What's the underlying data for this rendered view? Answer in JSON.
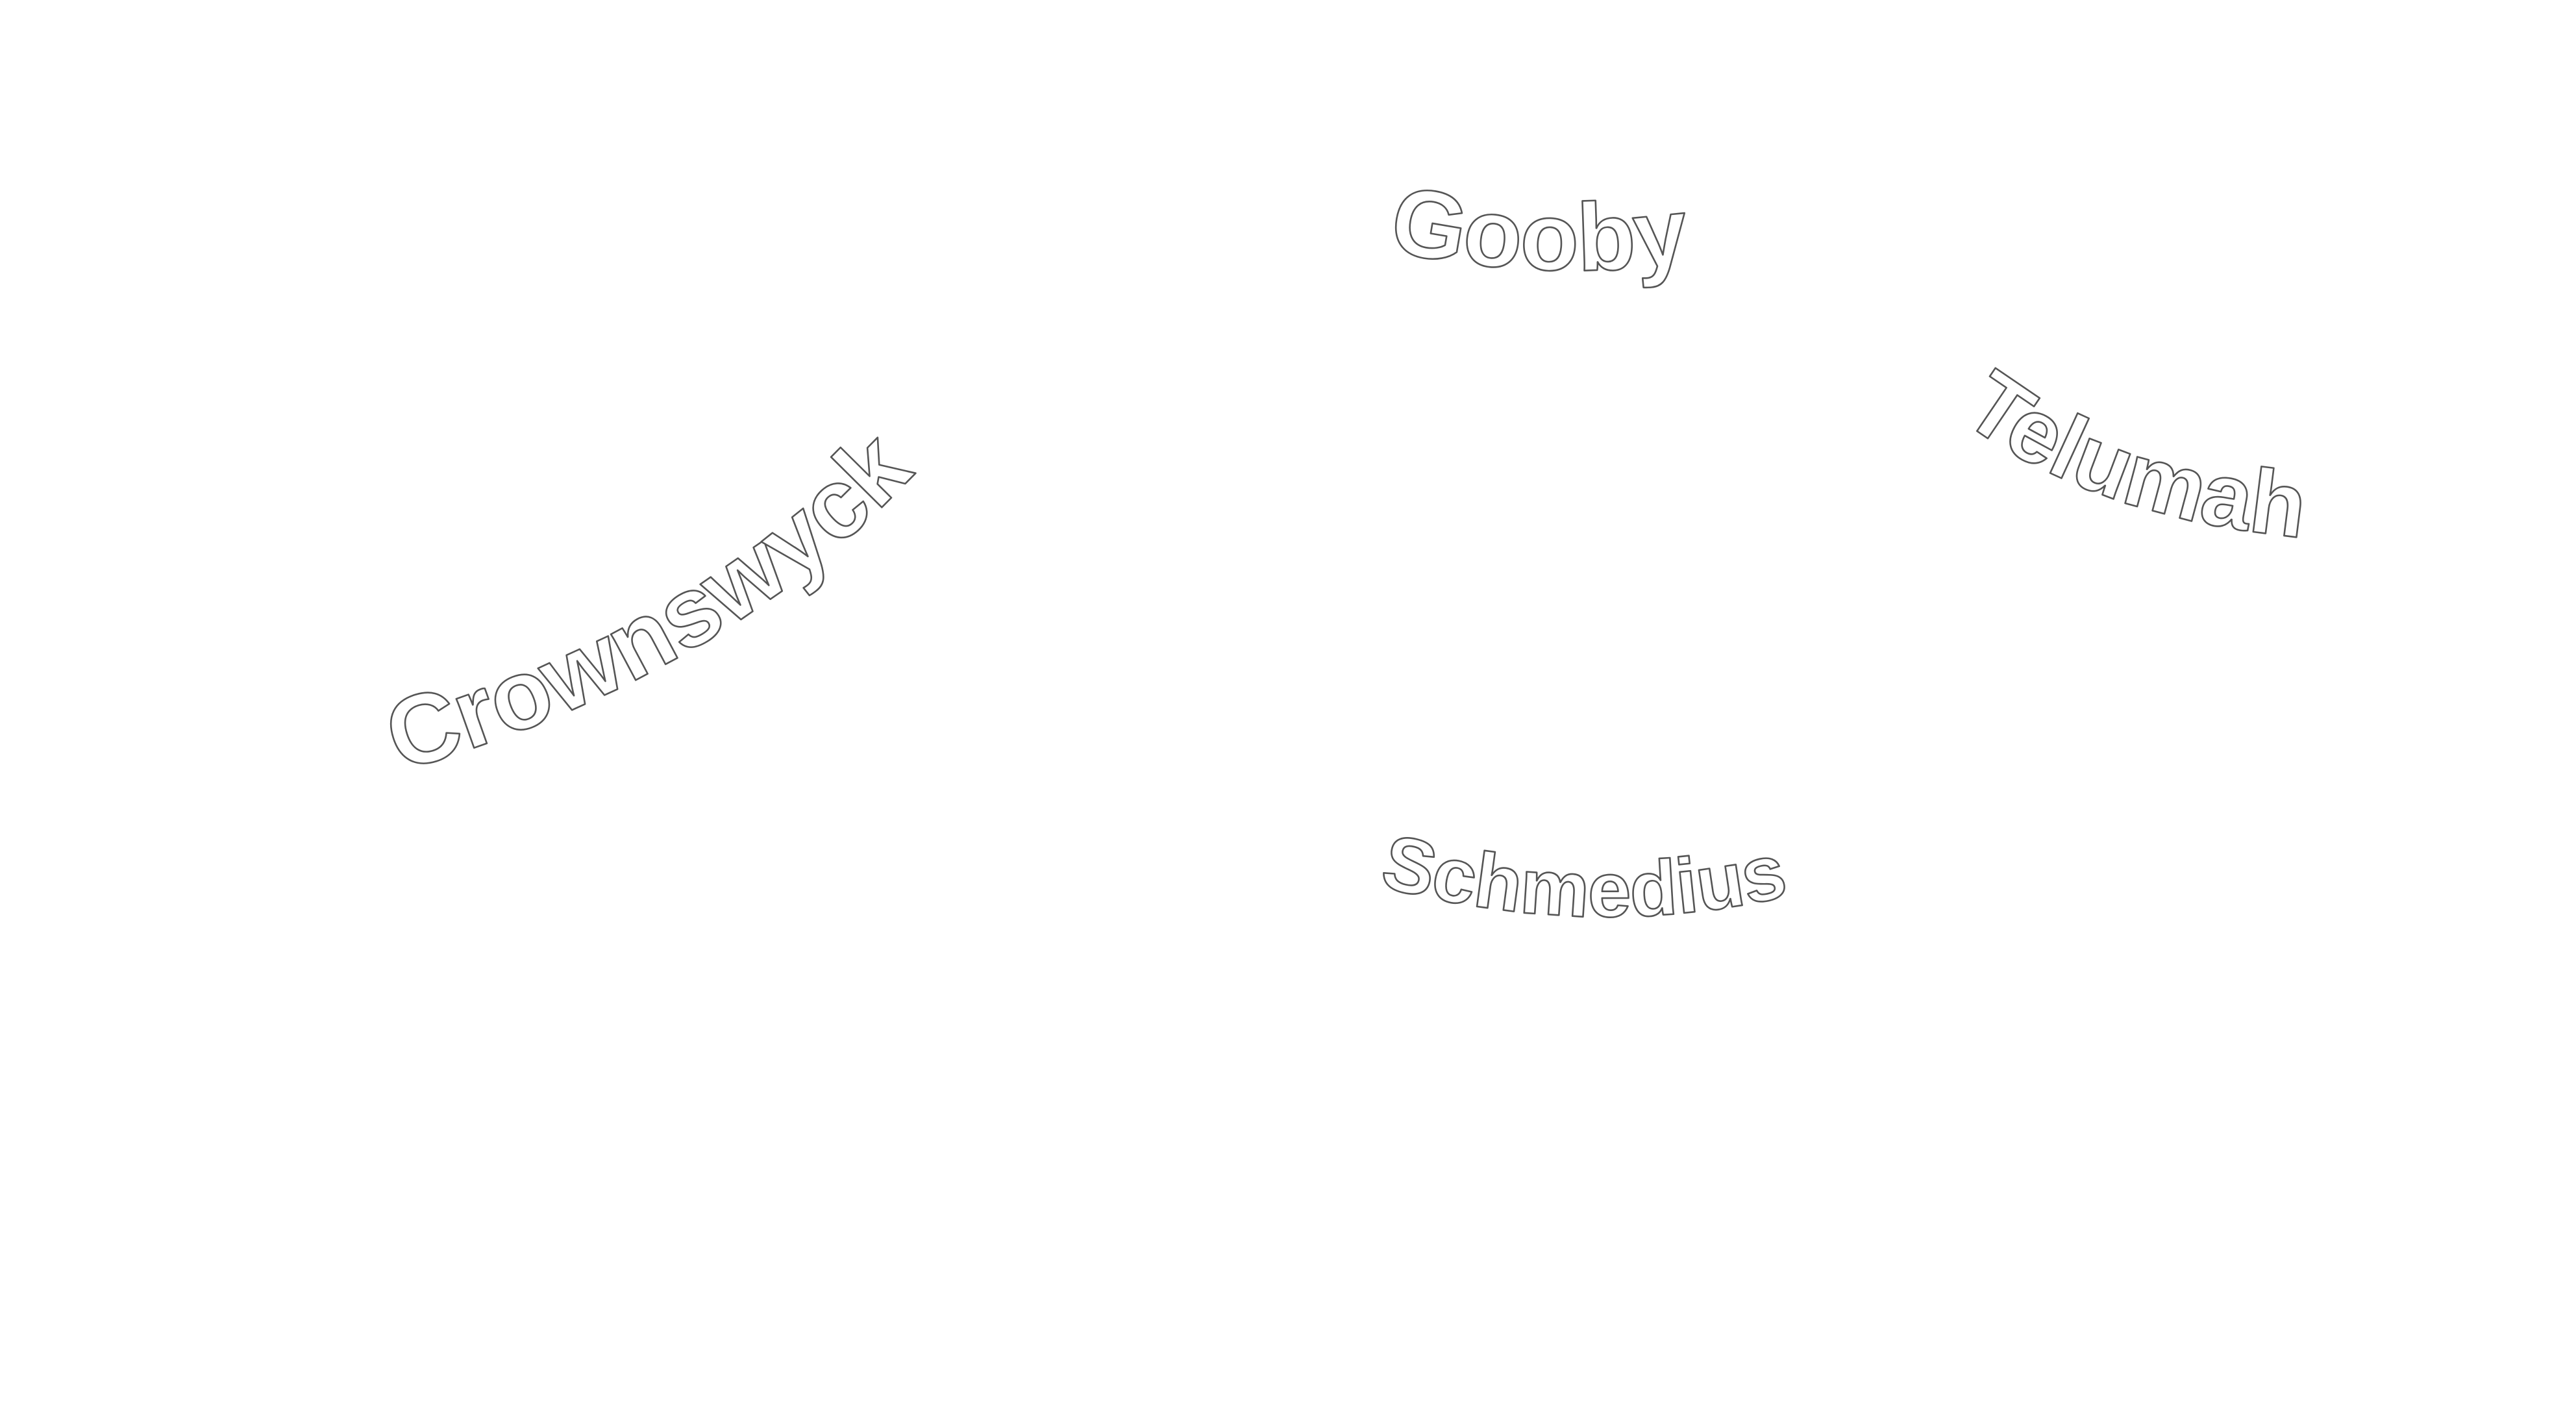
{
  "map": {
    "background_color": "#ffffff",
    "label_fill": "#ffffff",
    "label_outline": "#555555",
    "labels": [
      {
        "id": "crownswyck",
        "text": "Crownswyck"
      },
      {
        "id": "gooby",
        "text": "Gooby"
      },
      {
        "id": "telumah",
        "text": "Telumah"
      },
      {
        "id": "schmedius",
        "text": "Schmedius"
      }
    ]
  }
}
